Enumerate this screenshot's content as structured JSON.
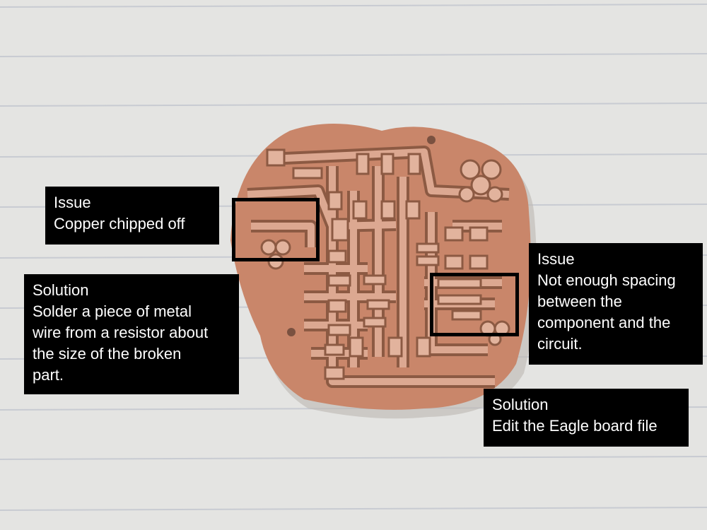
{
  "photo": {
    "paper_color": "#e7e7e5",
    "line_color": "#c9ccd2",
    "board_color": "#c9876a",
    "trace_color": "#e0b19a",
    "groove_color": "#8a5a40"
  },
  "callouts": {
    "issue_left": {
      "heading": "Issue",
      "text": "Copper chipped off"
    },
    "solution_left": {
      "heading": "Solution",
      "lines": [
        "Solder a piece of metal",
        "wire from a resistor about",
        "the size of the broken",
        "part."
      ]
    },
    "issue_right": {
      "heading": "Issue",
      "lines": [
        "Not enough spacing",
        "between the",
        "component and the",
        "circuit."
      ]
    },
    "solution_right": {
      "heading": "Solution",
      "text": "Edit the Eagle board file"
    }
  }
}
